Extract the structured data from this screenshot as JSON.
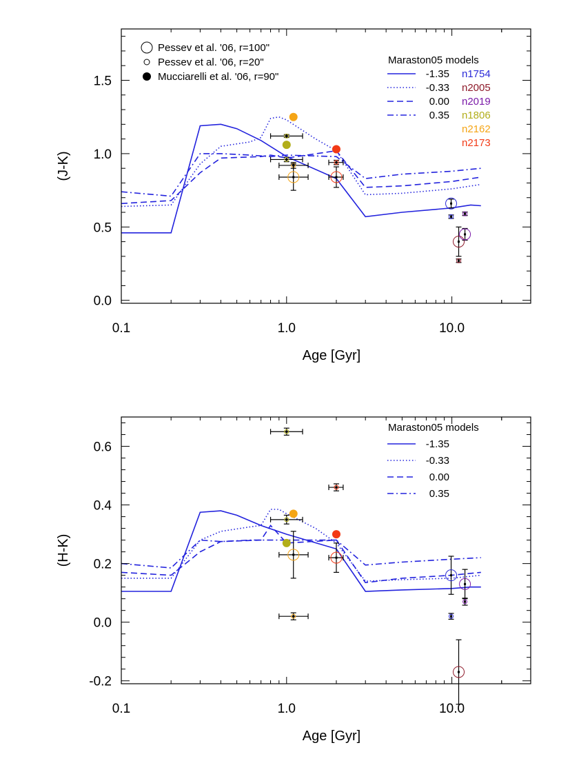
{
  "colors": {
    "model": "#2222dd",
    "n1754": "#2a2ad8",
    "n2005": "#8e1a2a",
    "n2019": "#7a1aa8",
    "n1806": "#b2ae1a",
    "n2162": "#f5a516",
    "n2173": "#f23a16",
    "axis": "#000000"
  },
  "chart_data": [
    {
      "type": "line",
      "xlabel": "Age [Gyr]",
      "ylabel": "(J-K)",
      "xscale": "log",
      "xlim": [
        0.1,
        30
      ],
      "ylim": [
        -0.02,
        1.85
      ],
      "xticks": [
        {
          "v": 0.1,
          "label": "0.1"
        },
        {
          "v": 1.0,
          "label": "1.0"
        },
        {
          "v": 10.0,
          "label": "10.0"
        }
      ],
      "yticks": [
        {
          "v": 0.0,
          "label": "0.0"
        },
        {
          "v": 0.5,
          "label": "0.5"
        },
        {
          "v": 1.0,
          "label": "1.0"
        },
        {
          "v": 1.5,
          "label": "1.5"
        }
      ],
      "symbol_legend": [
        {
          "symbol": "open-large",
          "label": "Pessev et al. '06, r=100\""
        },
        {
          "symbol": "open-small",
          "label": "Pessev et al. '06, r=20\""
        },
        {
          "symbol": "filled",
          "label": "Mucciarelli et al. '06, r=90\""
        }
      ],
      "legend_title": "Maraston05 models",
      "series": [
        {
          "name": "-1.35",
          "dash": "solid",
          "x": [
            0.1,
            0.2,
            0.3,
            0.4,
            0.5,
            0.7,
            1.0,
            2.0,
            3.0,
            5.0,
            10.0,
            13.0,
            15.0
          ],
          "y": [
            0.46,
            0.46,
            1.19,
            1.2,
            1.17,
            1.09,
            0.98,
            0.83,
            0.57,
            0.6,
            0.63,
            0.65,
            0.645
          ]
        },
        {
          "name": "-0.33",
          "dash": "dotted",
          "x": [
            0.1,
            0.2,
            0.3,
            0.4,
            0.6,
            0.7,
            0.8,
            0.9,
            1.0,
            1.5,
            2.0,
            3.0,
            5.0,
            10.0,
            15.0
          ],
          "y": [
            0.64,
            0.65,
            0.93,
            1.05,
            1.08,
            1.11,
            1.24,
            1.25,
            1.23,
            1.1,
            1.02,
            0.72,
            0.73,
            0.76,
            0.79
          ]
        },
        {
          "name": "0.00",
          "dash": "dashed",
          "x": [
            0.1,
            0.2,
            0.3,
            0.4,
            0.7,
            0.8,
            1.0,
            2.0,
            3.0,
            5.0,
            10.0,
            15.0
          ],
          "y": [
            0.66,
            0.68,
            0.87,
            0.97,
            0.98,
            0.99,
            0.97,
            1.02,
            0.77,
            0.78,
            0.81,
            0.84
          ]
        },
        {
          "name": "0.35",
          "dash": "dashdot",
          "x": [
            0.1,
            0.2,
            0.3,
            0.4,
            0.6,
            0.8,
            1.0,
            2.0,
            3.0,
            5.0,
            10.0,
            15.0
          ],
          "y": [
            0.74,
            0.71,
            1.0,
            1.0,
            0.99,
            0.98,
            0.99,
            0.98,
            0.83,
            0.86,
            0.88,
            0.9
          ]
        }
      ],
      "clusters": [
        {
          "name": "n1754",
          "color_key": "n1754"
        },
        {
          "name": "n2005",
          "color_key": "n2005"
        },
        {
          "name": "n2019",
          "color_key": "n2019"
        },
        {
          "name": "n1806",
          "color_key": "n1806"
        },
        {
          "name": "n2162",
          "color_key": "n2162"
        },
        {
          "name": "n2173",
          "color_key": "n2173"
        }
      ],
      "points": [
        {
          "x": 1.1,
          "y": 1.25,
          "style": "filled",
          "color_key": "n2162"
        },
        {
          "x": 1.0,
          "y": 1.06,
          "style": "filled",
          "color_key": "n1806"
        },
        {
          "x": 2.0,
          "y": 1.03,
          "style": "filled",
          "color_key": "n2173"
        },
        {
          "x": 1.0,
          "y": 1.12,
          "style": "small",
          "color_key": "n1806",
          "xerr": [
            0.8,
            1.25
          ],
          "yerr": 0.01
        },
        {
          "x": 1.0,
          "y": 0.96,
          "style": "small",
          "color_key": "n1806",
          "xerr": [
            0.8,
            1.25
          ],
          "yerr": 0.015
        },
        {
          "x": 1.1,
          "y": 0.92,
          "style": "small",
          "color_key": "n2162",
          "xerr": [
            0.9,
            1.35
          ],
          "yerr": 0.02
        },
        {
          "x": 1.1,
          "y": 0.84,
          "style": "large",
          "color_key": "n2162",
          "xerr": [
            0.9,
            1.35
          ],
          "yerr": 0.09
        },
        {
          "x": 2.0,
          "y": 0.94,
          "style": "small",
          "color_key": "n2173",
          "xerr": [
            1.8,
            2.2
          ],
          "yerr": 0.015
        },
        {
          "x": 2.0,
          "y": 0.84,
          "style": "large",
          "color_key": "n2173",
          "xerr": [
            1.8,
            2.2
          ],
          "yerr": 0.07
        },
        {
          "x": 9.9,
          "y": 0.66,
          "style": "large",
          "color_key": "n1754",
          "yerr": 0.03
        },
        {
          "x": 9.9,
          "y": 0.57,
          "style": "small",
          "color_key": "n1754",
          "yerr": 0.012
        },
        {
          "x": 11.0,
          "y": 0.4,
          "style": "large",
          "color_key": "n2005",
          "yerr": 0.1
        },
        {
          "x": 11.0,
          "y": 0.27,
          "style": "small",
          "color_key": "n2005",
          "yerr": 0.012
        },
        {
          "x": 12.0,
          "y": 0.45,
          "style": "large",
          "color_key": "n2019",
          "yerr": 0.04
        },
        {
          "x": 12.0,
          "y": 0.59,
          "style": "small",
          "color_key": "n2019",
          "yerr": 0.012
        }
      ]
    },
    {
      "type": "line",
      "xlabel": "Age [Gyr]",
      "ylabel": "(H-K)",
      "xscale": "log",
      "xlim": [
        0.1,
        30
      ],
      "ylim": [
        -0.21,
        0.7
      ],
      "xticks": [
        {
          "v": 0.1,
          "label": "0.1"
        },
        {
          "v": 1.0,
          "label": "1.0"
        },
        {
          "v": 10.0,
          "label": "10.0"
        }
      ],
      "yticks": [
        {
          "v": -0.2,
          "label": "-0.2"
        },
        {
          "v": 0.0,
          "label": "0.0"
        },
        {
          "v": 0.2,
          "label": "0.2"
        },
        {
          "v": 0.4,
          "label": "0.4"
        },
        {
          "v": 0.6,
          "label": "0.6"
        }
      ],
      "legend_title": "Maraston05 models",
      "series": [
        {
          "name": "-1.35",
          "dash": "solid",
          "x": [
            0.1,
            0.2,
            0.3,
            0.4,
            0.5,
            0.7,
            1.0,
            2.0,
            3.0,
            5.0,
            10.0,
            13.0,
            15.0
          ],
          "y": [
            0.105,
            0.105,
            0.375,
            0.38,
            0.365,
            0.33,
            0.3,
            0.25,
            0.105,
            0.11,
            0.115,
            0.12,
            0.12
          ]
        },
        {
          "name": "-0.33",
          "dash": "dotted",
          "x": [
            0.1,
            0.2,
            0.3,
            0.4,
            0.6,
            0.7,
            0.8,
            0.9,
            1.0,
            1.5,
            2.0,
            3.0,
            5.0,
            10.0,
            15.0
          ],
          "y": [
            0.15,
            0.15,
            0.28,
            0.31,
            0.325,
            0.33,
            0.385,
            0.385,
            0.37,
            0.32,
            0.27,
            0.14,
            0.145,
            0.15,
            0.16
          ]
        },
        {
          "name": "0.00",
          "dash": "dashed",
          "x": [
            0.1,
            0.2,
            0.3,
            0.4,
            0.7,
            0.8,
            1.0,
            2.0,
            3.0,
            5.0,
            10.0,
            15.0
          ],
          "y": [
            0.17,
            0.16,
            0.24,
            0.275,
            0.28,
            0.33,
            0.27,
            0.28,
            0.135,
            0.15,
            0.16,
            0.17
          ]
        },
        {
          "name": "0.35",
          "dash": "dashdot",
          "x": [
            0.1,
            0.2,
            0.3,
            0.4,
            0.6,
            0.8,
            1.0,
            2.0,
            3.0,
            5.0,
            10.0,
            15.0
          ],
          "y": [
            0.2,
            0.185,
            0.28,
            0.275,
            0.28,
            0.28,
            0.28,
            0.28,
            0.195,
            0.205,
            0.215,
            0.22
          ]
        }
      ],
      "points": [
        {
          "x": 1.1,
          "y": 0.37,
          "style": "filled",
          "color_key": "n2162"
        },
        {
          "x": 1.0,
          "y": 0.27,
          "style": "filled",
          "color_key": "n1806"
        },
        {
          "x": 2.0,
          "y": 0.3,
          "style": "filled",
          "color_key": "n2173"
        },
        {
          "x": 1.0,
          "y": 0.65,
          "style": "small",
          "color_key": "n1806",
          "xerr": [
            0.8,
            1.25
          ],
          "yerr": 0.012
        },
        {
          "x": 1.0,
          "y": 0.35,
          "style": "small",
          "color_key": "n1806",
          "xerr": [
            0.8,
            1.25
          ],
          "yerr": 0.015
        },
        {
          "x": 1.1,
          "y": 0.02,
          "style": "small",
          "color_key": "n2162",
          "xerr": [
            0.9,
            1.35
          ],
          "yerr": 0.012
        },
        {
          "x": 1.1,
          "y": 0.23,
          "style": "large",
          "color_key": "n2162",
          "xerr": [
            0.9,
            1.35
          ],
          "yerr": 0.08
        },
        {
          "x": 2.0,
          "y": 0.46,
          "style": "small",
          "color_key": "n2173",
          "xerr": [
            1.8,
            2.2
          ],
          "yerr": 0.012
        },
        {
          "x": 2.0,
          "y": 0.22,
          "style": "large",
          "color_key": "n2173",
          "xerr": [
            1.8,
            2.2
          ],
          "yerr": 0.05
        },
        {
          "x": 9.9,
          "y": 0.16,
          "style": "large",
          "color_key": "n1754",
          "yerr": 0.065
        },
        {
          "x": 9.9,
          "y": 0.02,
          "style": "small",
          "color_key": "n1754",
          "yerr": 0.01
        },
        {
          "x": 11.0,
          "y": -0.17,
          "style": "large",
          "color_key": "n2005",
          "yerr": 0.11
        },
        {
          "x": 12.0,
          "y": 0.13,
          "style": "large",
          "color_key": "n2019",
          "yerr": 0.05
        },
        {
          "x": 12.0,
          "y": 0.07,
          "style": "small",
          "color_key": "n2019",
          "yerr": 0.012
        }
      ]
    }
  ]
}
